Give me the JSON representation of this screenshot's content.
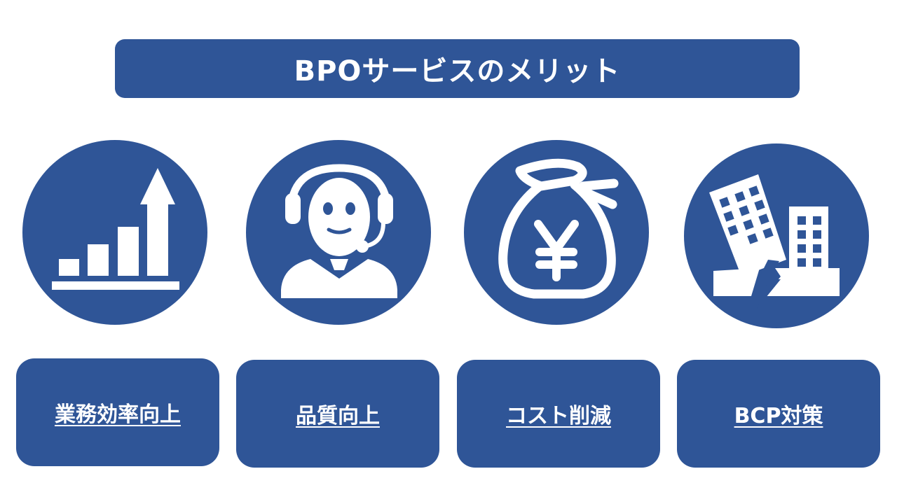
{
  "title": "BPOサービスのメリット",
  "colors": {
    "primary": "#2f5597",
    "foreground": "#ffffff"
  },
  "items": [
    {
      "icon": "growth-chart-icon",
      "label": "業務効率向上"
    },
    {
      "icon": "headset-operator-icon",
      "label": "品質向上"
    },
    {
      "icon": "yen-money-bag-icon",
      "label": "コスト削減"
    },
    {
      "icon": "earthquake-building-icon",
      "label": "BCP対策"
    }
  ]
}
